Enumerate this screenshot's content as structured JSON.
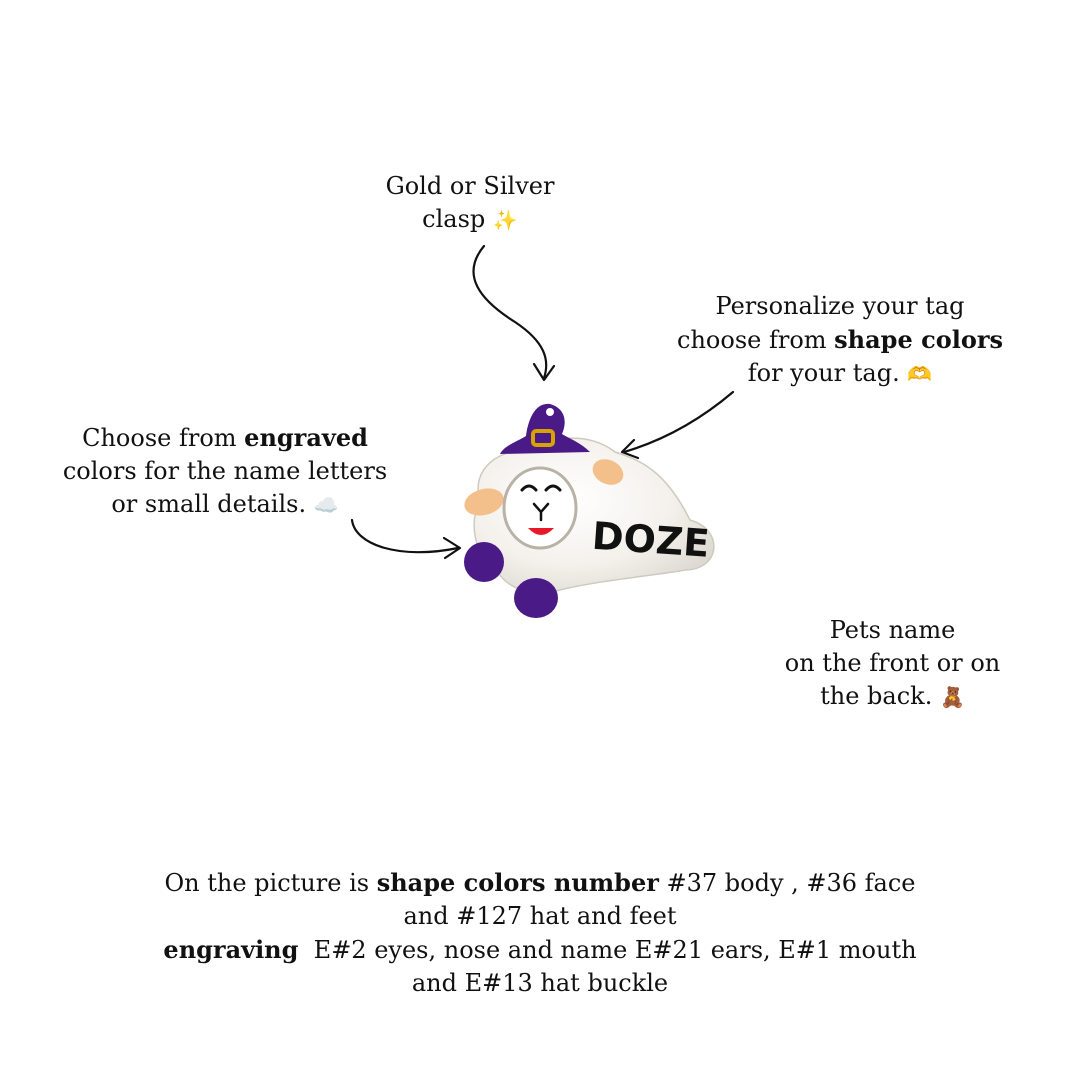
{
  "notes": {
    "clasp": {
      "line1": "Gold or Silver",
      "line2": "clasp",
      "emoji": "✨"
    },
    "shape": {
      "line1": "Personalize your tag",
      "line2_pre": "choose from ",
      "line2_bold": "shape colors",
      "line3": "for your tag.",
      "emoji": "🫶"
    },
    "engraved": {
      "line1_pre": "Choose from ",
      "line1_bold": "engraved",
      "line2": "colors for the name letters",
      "line3": "or small details.",
      "emoji": "☁️"
    },
    "name": {
      "line1": "Pets name",
      "line2": "on the front or on",
      "line3": "the back.",
      "emoji": "🧸"
    }
  },
  "bottom": {
    "line1_pre": "On the picture is ",
    "line1_bold": "shape colors number",
    "line1_post": " #37 body , #36 face",
    "line2": "and #127 hat and feet",
    "line3_bold": "engraving",
    "line3_post": "  E#2 eyes, nose and name E#21 ears, E#1 mouth",
    "line4": "and E#13 hat buckle"
  },
  "tag": {
    "name_text": "DOZE",
    "colors": {
      "body": "#f4f1ec",
      "hat_feet": "#4a1a86",
      "buckle": "#d9a400",
      "ears": "#f3c08c",
      "mouth": "#e8182a",
      "eyes_name": "#111111"
    }
  }
}
